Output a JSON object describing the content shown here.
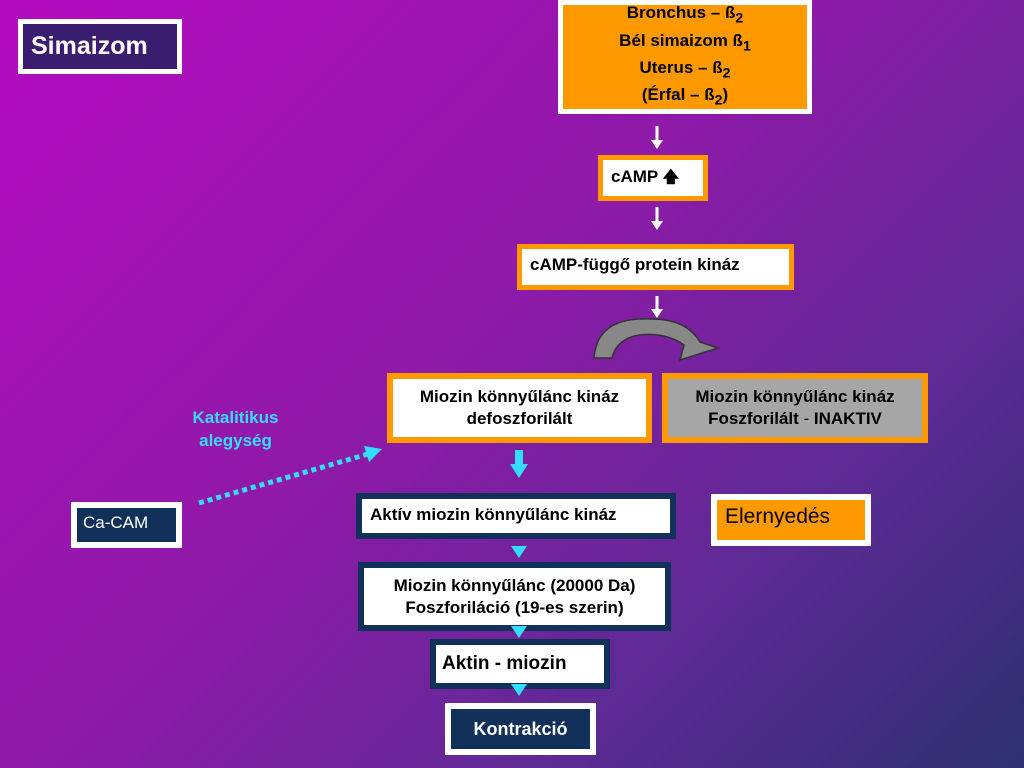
{
  "title": "Simaizom",
  "receptors": {
    "line1": "Bronchus – ß",
    "line1_sub": "2",
    "line2": "Bél simaizom ß",
    "line2_sub": "1",
    "line3": "Uterus – ß",
    "line3_sub": "2",
    "line4_pre": "(Érfal – ß",
    "line4_sub": "2",
    "line4_post": ")"
  },
  "camp": {
    "label": "cAMP",
    "arrow": "🡅"
  },
  "pka": {
    "label": "cAMP-függő protein kináz"
  },
  "mlck_defosz": {
    "line1": "Miozin könnyűlánc kináz",
    "line2": "defoszforilált"
  },
  "mlck_fosz": {
    "line1": "Miozin könnyűlánc kináz",
    "line2_pre": "Foszforilált",
    "line2_dash": " - ",
    "line2_post": "INAKTIV"
  },
  "katalitikus": {
    "line1": "Katalitikus",
    "line2": "alegység"
  },
  "cacam": {
    "label": "Ca-CAM"
  },
  "aktiv_mlck": {
    "label": "Aktív miozin könnyűlánc kináz"
  },
  "elernyedes": {
    "label": "Elernyedés"
  },
  "lanc": {
    "line1": "Miozin könnyűlánc (20000 Da)",
    "line2": "Foszforiláció (19-es szerin)"
  },
  "aktin_miozin": {
    "label": "Aktin - miozin"
  },
  "kontrakcio": {
    "label": "Kontrakció"
  },
  "colors": {
    "orange": "#ff9900",
    "navy": "#11305a",
    "cyan": "#33ddff",
    "gray": "#a6a6a6"
  }
}
